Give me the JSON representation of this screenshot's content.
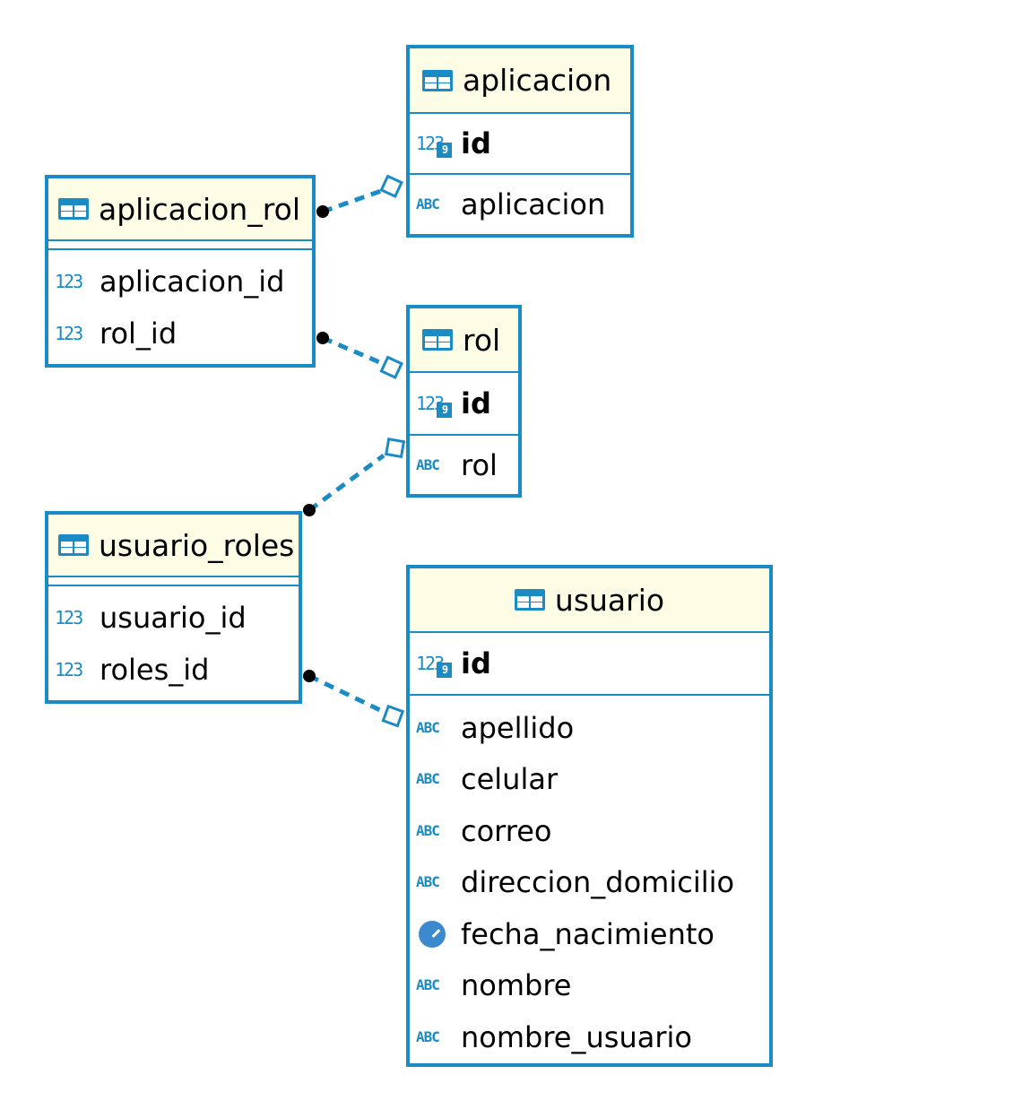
{
  "colors": {
    "border": "#1a8bc4",
    "header_bg": "#fdfde6",
    "link": "#1a8bc4"
  },
  "tables": {
    "aplicacion": {
      "name": "aplicacion",
      "pk": [
        {
          "name": "id",
          "icon": "numeric-key-icon"
        }
      ],
      "columns": [
        {
          "name": "aplicacion",
          "icon": "text-icon"
        }
      ]
    },
    "aplicacion_rol": {
      "name": "aplicacion_rol",
      "columns": [
        {
          "name": "aplicacion_id",
          "icon": "numeric-icon"
        },
        {
          "name": "rol_id",
          "icon": "numeric-icon"
        }
      ]
    },
    "rol": {
      "name": "rol",
      "pk": [
        {
          "name": "id",
          "icon": "numeric-key-icon"
        }
      ],
      "columns": [
        {
          "name": "rol",
          "icon": "text-icon"
        }
      ]
    },
    "usuario_roles": {
      "name": "usuario_roles",
      "columns": [
        {
          "name": "usuario_id",
          "icon": "numeric-icon"
        },
        {
          "name": "roles_id",
          "icon": "numeric-icon"
        }
      ]
    },
    "usuario": {
      "name": "usuario",
      "pk": [
        {
          "name": "id",
          "icon": "numeric-key-icon"
        }
      ],
      "columns": [
        {
          "name": "apellido",
          "icon": "text-icon"
        },
        {
          "name": "celular",
          "icon": "text-icon"
        },
        {
          "name": "correo",
          "icon": "text-icon"
        },
        {
          "name": "direccion_domicilio",
          "icon": "text-icon"
        },
        {
          "name": "fecha_nacimiento",
          "icon": "clock-icon"
        },
        {
          "name": "nombre",
          "icon": "text-icon"
        },
        {
          "name": "nombre_usuario",
          "icon": "text-icon"
        }
      ]
    }
  },
  "icon_glyphs": {
    "numeric": "123",
    "text": "ABC",
    "key_badge": "9"
  },
  "relationships": [
    {
      "from": "aplicacion_rol",
      "to": "aplicacion",
      "style": "dashed"
    },
    {
      "from": "aplicacion_rol.rol_id",
      "to": "rol",
      "style": "dashed"
    },
    {
      "from": "usuario_roles",
      "to": "rol",
      "style": "dashed"
    },
    {
      "from": "usuario_roles.roles_id",
      "to": "usuario",
      "style": "dashed"
    }
  ]
}
